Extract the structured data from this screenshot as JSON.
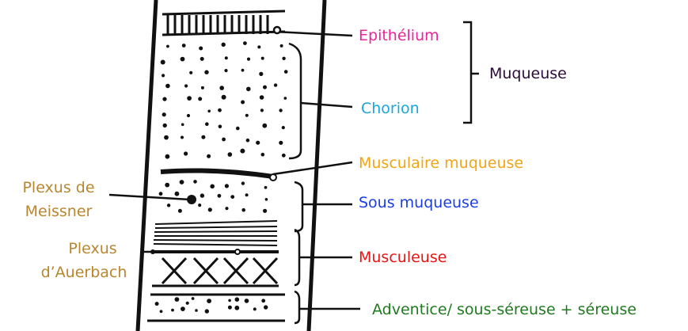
{
  "diagram": {
    "title": "",
    "labels": {
      "epithelium": "Epithélium",
      "chorion": "Chorion",
      "muqueuse": "Muqueuse",
      "musculaire_muqueuse": "Musculaire muqueuse",
      "sous_muqueuse": "Sous muqueuse",
      "musculeuse": "Musculeuse",
      "adventice": "Adventice/ sous-séreuse + séreuse",
      "plexus_meissner_1": "Plexus de",
      "plexus_meissner_2": "Meissner",
      "plexus_auerbach_1": "Plexus",
      "plexus_auerbach_2": "d’Auerbach"
    },
    "colors": {
      "epithelium": "#e8259a",
      "chorion": "#1aa5dc",
      "muqueuse": "#2c0a3a",
      "musculaire_muqueuse": "#f0a514",
      "sous_muqueuse": "#1a3ee0",
      "musculeuse": "#e81414",
      "adventice": "#1f7a1f",
      "plexus": "#b8862e",
      "ink": "#111111"
    }
  }
}
